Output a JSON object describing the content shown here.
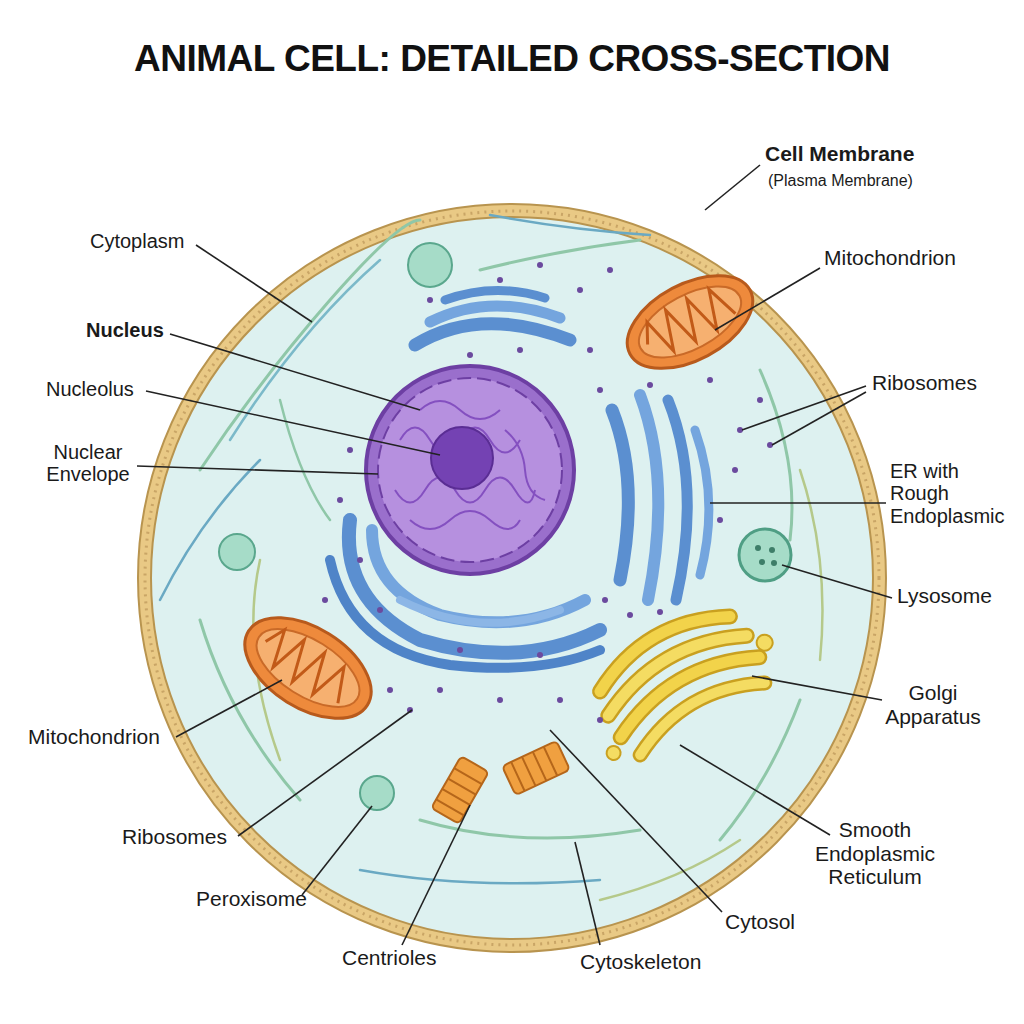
{
  "diagram": {
    "title": "ANIMAL CELL: DETAILED CROSS-SECTION",
    "labels": [
      "Cell Membrane",
      "(Plasma Membrane)",
      "Cytoplasm",
      "Mitochondrion",
      "Nucleus",
      "Nucleolus",
      "Ribosomes",
      "Nuclear Envelope",
      "ER with Rough Endoplasmic",
      "Lysosome",
      "Golgi Apparatus",
      "Mitochondrion",
      "Smooth Endoplasmic Reticulum",
      "Ribosomes",
      "Cytosol",
      "Peroxisome",
      "Centrioles",
      "Cytoskeleton"
    ]
  }
}
